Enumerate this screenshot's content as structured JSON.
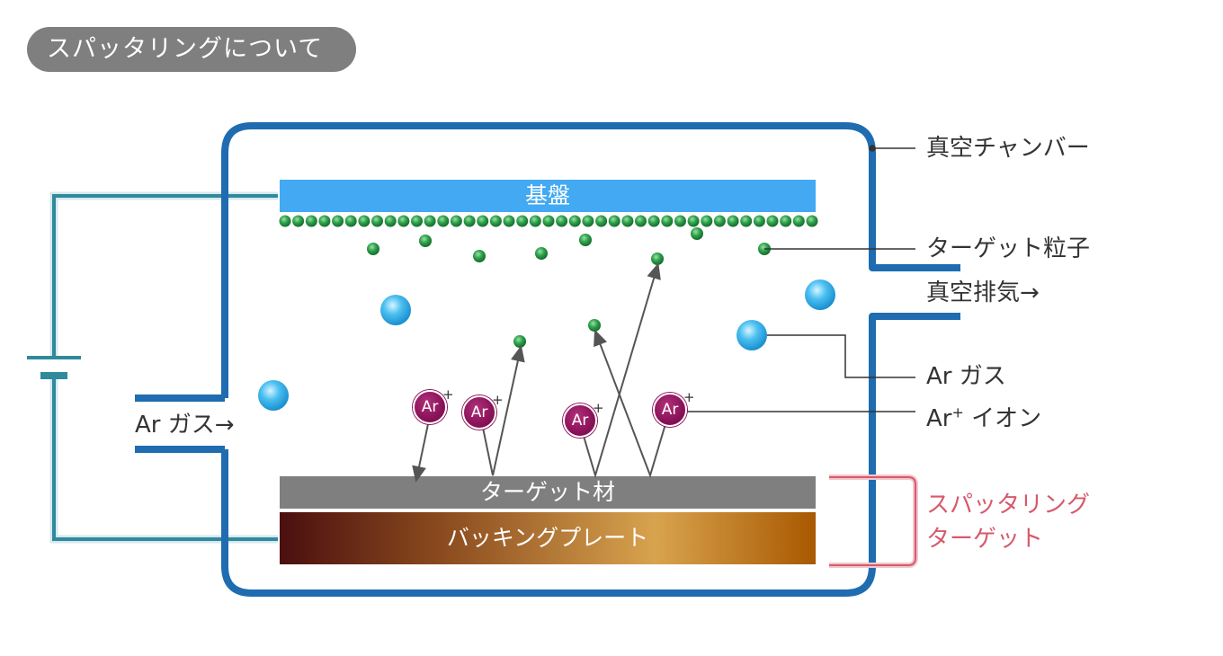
{
  "header": {
    "title": "スパッタリングについて"
  },
  "labels": {
    "vacuum_chamber": "真空チャンバー",
    "target_particles": "ターゲット粒子",
    "vacuum_exhaust": "真空排気→",
    "ar_gas": "Ar ガス",
    "ar_ion_prefix": "Ar",
    "ar_ion_sup": "+",
    "ar_ion_suffix": " イオン",
    "ar_gas_inlet": "Ar ガス→",
    "sputtering_target_line1": "スパッタリング",
    "sputtering_target_line2": "ターゲット"
  },
  "components": {
    "substrate": "基盤",
    "target_material": "ターゲット材",
    "backing_plate": "バッキングプレート"
  },
  "ion": {
    "symbol": "Ar",
    "charge": "+"
  },
  "colors": {
    "chamber": "#1f6cb0",
    "circuit": "#2f8a9c",
    "substrate": "#42a9f2",
    "target_material": "#7f7f7f",
    "particle": "#1f8a3a",
    "ar_gas_atom": "#29a3e0",
    "ar_ion": "#8a1258",
    "bracket": "#d65a6c",
    "arrow": "#555555",
    "backing_gradient": [
      "#4a1010",
      "#8a4a1e",
      "#d6a04e",
      "#a85a00"
    ]
  }
}
